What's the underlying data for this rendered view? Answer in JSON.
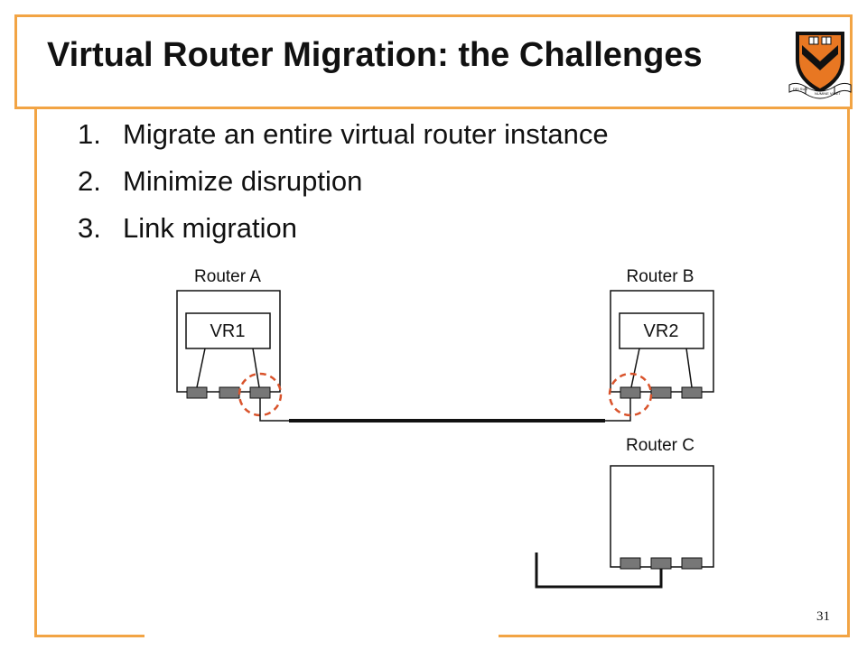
{
  "slide": {
    "title": "Virtual Router Migration: the Challenges",
    "page_number": "31"
  },
  "bullets": [
    {
      "num": "1.",
      "text": "Migrate an entire virtual router instance"
    },
    {
      "num": "2.",
      "text": "Minimize disruption"
    },
    {
      "num": "3.",
      "text": "Link migration"
    }
  ],
  "diagram": {
    "router_a": {
      "label": "Router A",
      "vr_label": "VR1"
    },
    "router_b": {
      "label": "Router B",
      "vr_label": "VR2"
    },
    "router_c": {
      "label": "Router C"
    }
  },
  "logo": {
    "motto_left": "DEI SUB",
    "motto_right": "NUMINE VIGET"
  },
  "colors": {
    "frame": "#f2a444",
    "highlight": "#d9532b",
    "shield_orange": "#e87722",
    "port_fill": "#777777"
  }
}
